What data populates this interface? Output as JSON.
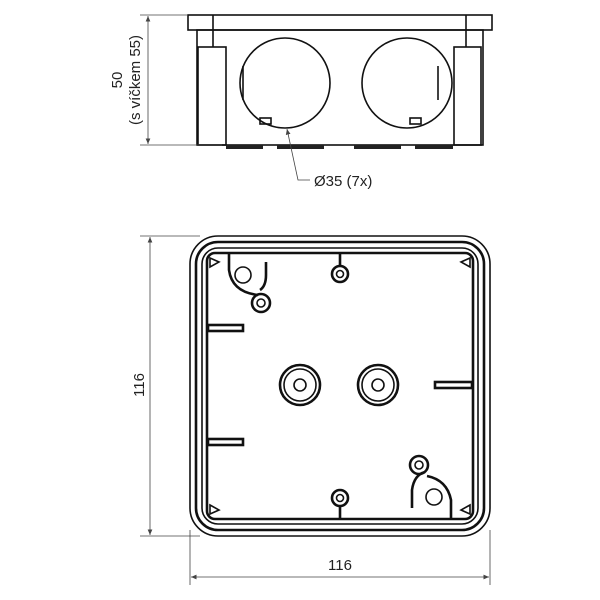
{
  "side_view": {
    "height_label": "50",
    "height_with_lid_label": "(s víčkem 55)",
    "hole_label": "Ø35 (7x)"
  },
  "top_view": {
    "height_label": "116",
    "width_label": "116"
  }
}
